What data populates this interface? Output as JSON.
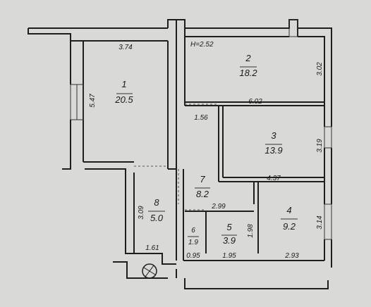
{
  "height_label": "H=2.52",
  "rooms": [
    {
      "number": "1",
      "area": "20.5"
    },
    {
      "number": "2",
      "area": "18.2"
    },
    {
      "number": "3",
      "area": "13.9"
    },
    {
      "number": "4",
      "area": "9.2"
    },
    {
      "number": "5",
      "area": "3.9"
    },
    {
      "number": "6",
      "area": "1.9"
    },
    {
      "number": "7",
      "area": "8.2"
    },
    {
      "number": "8",
      "area": "5.0"
    }
  ],
  "dimensions": {
    "room1_width": "3.74",
    "room1_height": "5.47",
    "room2_right": "3.02",
    "room2_3_divider": "6.02",
    "room7_left": "1.56",
    "room3_right": "3.19",
    "room3_bottom": "4.37",
    "room8_height": "3.09",
    "room5_top": "2.99",
    "room4_right": "3.14",
    "room5_right": "1.98",
    "room8_bottom": "1.61",
    "room6_bottom": "0.95",
    "room5_bottom": "1.95",
    "room4_bottom": "2.93"
  }
}
